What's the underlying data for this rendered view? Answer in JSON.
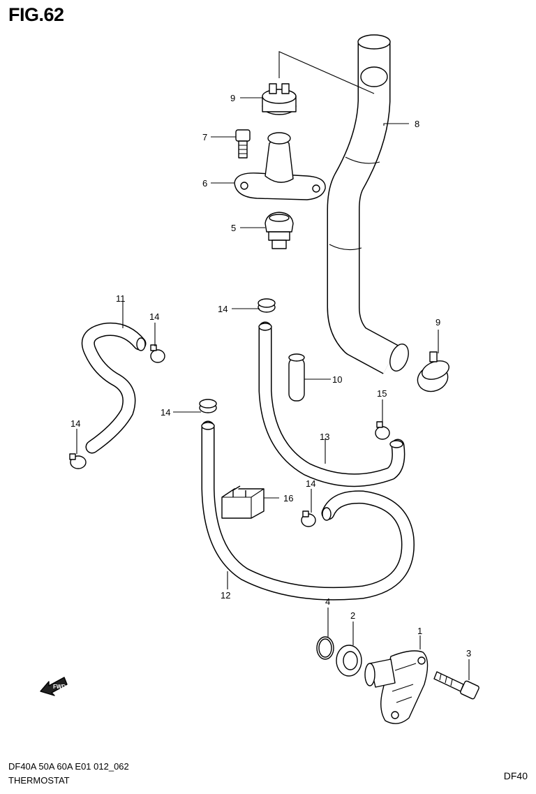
{
  "figure": {
    "title": "FIG.62"
  },
  "footer": {
    "code": "DF40A 50A 60A E01 012_062",
    "name": "THERMOSTAT",
    "model": "DF40"
  },
  "callouts": {
    "p1": "1",
    "p2": "2",
    "p3": "3",
    "p4": "4",
    "p5": "5",
    "p6": "6",
    "p7": "7",
    "p8": "8",
    "p9a": "9",
    "p9b": "9",
    "p10": "10",
    "p11": "11",
    "p12": "12",
    "p13": "13",
    "p14a": "14",
    "p14b": "14",
    "p14c": "14",
    "p14d": "14",
    "p14e": "14",
    "p15": "15",
    "p16": "16"
  },
  "fwd_label": "FWD",
  "icons": {
    "fwd_arrow": "fwd-arrow-icon"
  }
}
